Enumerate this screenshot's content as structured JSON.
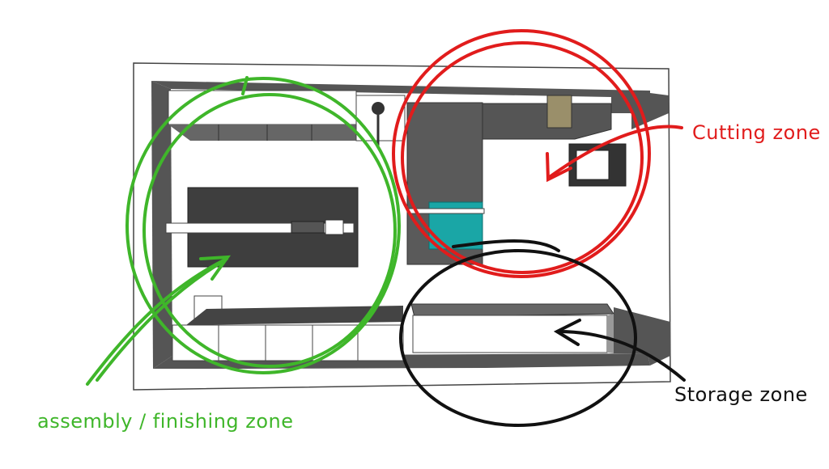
{
  "zones": [
    {
      "id": "cutting",
      "label": "Cutting zone",
      "color": "#e11c1c"
    },
    {
      "id": "storage",
      "label": "Storage zone",
      "color": "#111111"
    },
    {
      "id": "assembly",
      "label": "assembly / finishing zone",
      "color": "#3fb62a"
    }
  ],
  "colors": {
    "wall": "#555555",
    "floor": "#ffffff",
    "outline": "#333333",
    "bench": "#444444",
    "teal": "#1aa6a6"
  }
}
